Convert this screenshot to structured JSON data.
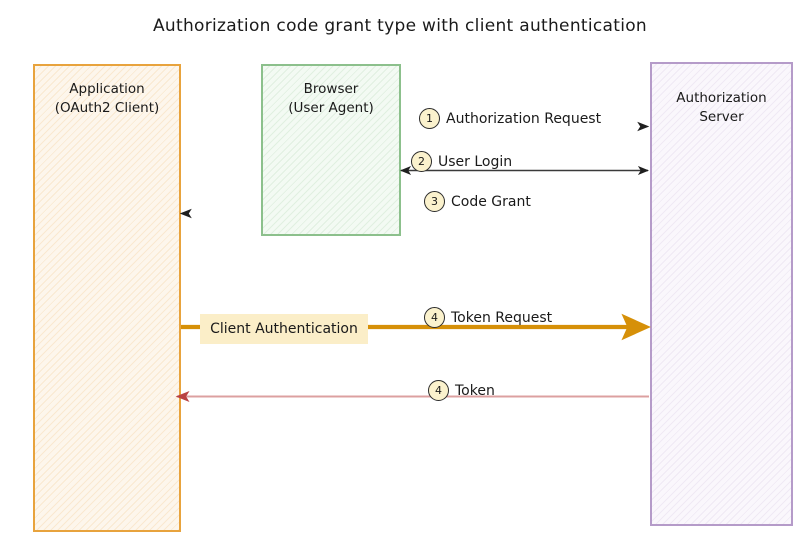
{
  "title": "Authorization code grant type with client authentication",
  "nodes": {
    "application": {
      "label": "Application\n(OAuth2 Client)",
      "border_color": "#e8a33d"
    },
    "browser": {
      "label": "Browser\n(User Agent)",
      "border_color": "#8cc08c"
    },
    "authserver": {
      "label": "Authorization\nServer",
      "border_color": "#b59bc9"
    }
  },
  "messages": [
    {
      "number": "1",
      "label": "Authorization Request",
      "from": "application",
      "to": "authserver",
      "direction": "right",
      "color": "#555555"
    },
    {
      "number": "2",
      "label": "User Login",
      "from": "browser",
      "to": "authserver",
      "direction": "both",
      "color": "#333333"
    },
    {
      "number": "3",
      "label": "Code Grant",
      "from": "authserver",
      "to": "application",
      "direction": "left",
      "color": "#555555"
    },
    {
      "number": "4",
      "label": "Token Request",
      "from": "application",
      "to": "authserver",
      "direction": "right",
      "color": "#d69008"
    },
    {
      "number": "4",
      "label": "Token",
      "from": "authserver",
      "to": "application",
      "direction": "left",
      "color": "#dca0a0"
    }
  ],
  "annotations": {
    "client_authentication": {
      "label": "Client Authentication",
      "background": "#fbeec8"
    }
  }
}
